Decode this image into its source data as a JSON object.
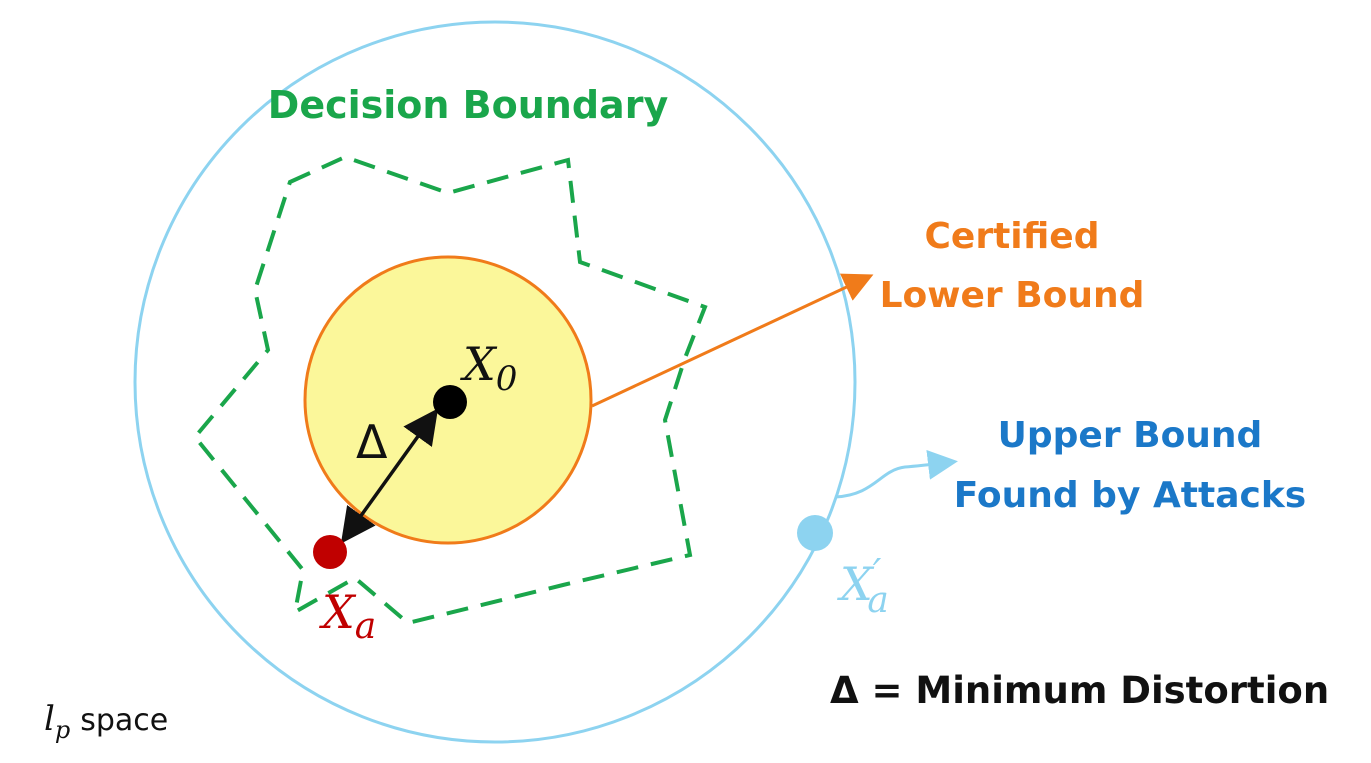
{
  "labels": {
    "decision_boundary": "Decision Boundary",
    "certified_line1": "Certified",
    "certified_line2": "Lower Bound",
    "upper_line1": "Upper Bound",
    "upper_line2": "Found by Attacks",
    "x0_base": "X",
    "x0_sub": "0",
    "delta": "Δ",
    "xa_base": "X",
    "xa_sub": "a",
    "xa_prime_base": "X",
    "xa_prime_prime": "′",
    "xa_prime_sub": "a",
    "min_distortion": "Δ = Minimum Distortion",
    "lp_base": "l",
    "lp_sub": "p",
    "lp_word": "space"
  },
  "colors": {
    "outer_circle": "#8dd3f0",
    "boundary": "#1aa64b",
    "certified": "#f07b1a",
    "certified_fill": "#fbf79a",
    "upper": "#1b78c8",
    "xa": "#c00000",
    "xa_prime": "#8dd3f0",
    "text": "#111111"
  }
}
